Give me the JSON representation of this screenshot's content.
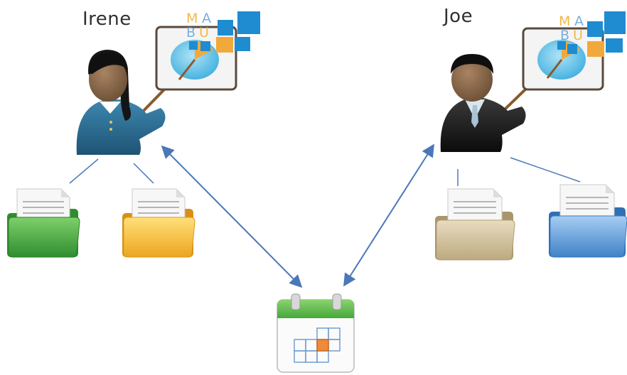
{
  "people": {
    "irene": {
      "name": "Irene"
    },
    "joe": {
      "name": "Joe"
    }
  },
  "presentation_board": {
    "logo_letters": [
      "M",
      "A",
      "B",
      "U"
    ]
  },
  "colors": {
    "connector": "#4a78b8",
    "irene_suit": "#2d6f95",
    "joe_suit": "#1c1c1c",
    "skin": "#8b6a4b",
    "folder_green": "#45a844",
    "folder_yellow": "#f2b82e",
    "folder_tan": "#cfbe9a",
    "folder_blue": "#5b9bd8",
    "calendar_header": "#58b849",
    "calendar_highlight": "#ee8a3a"
  },
  "icons": [
    "user-icon",
    "presentation-board-icon",
    "folder-icon",
    "document-icon",
    "calendar-icon"
  ]
}
